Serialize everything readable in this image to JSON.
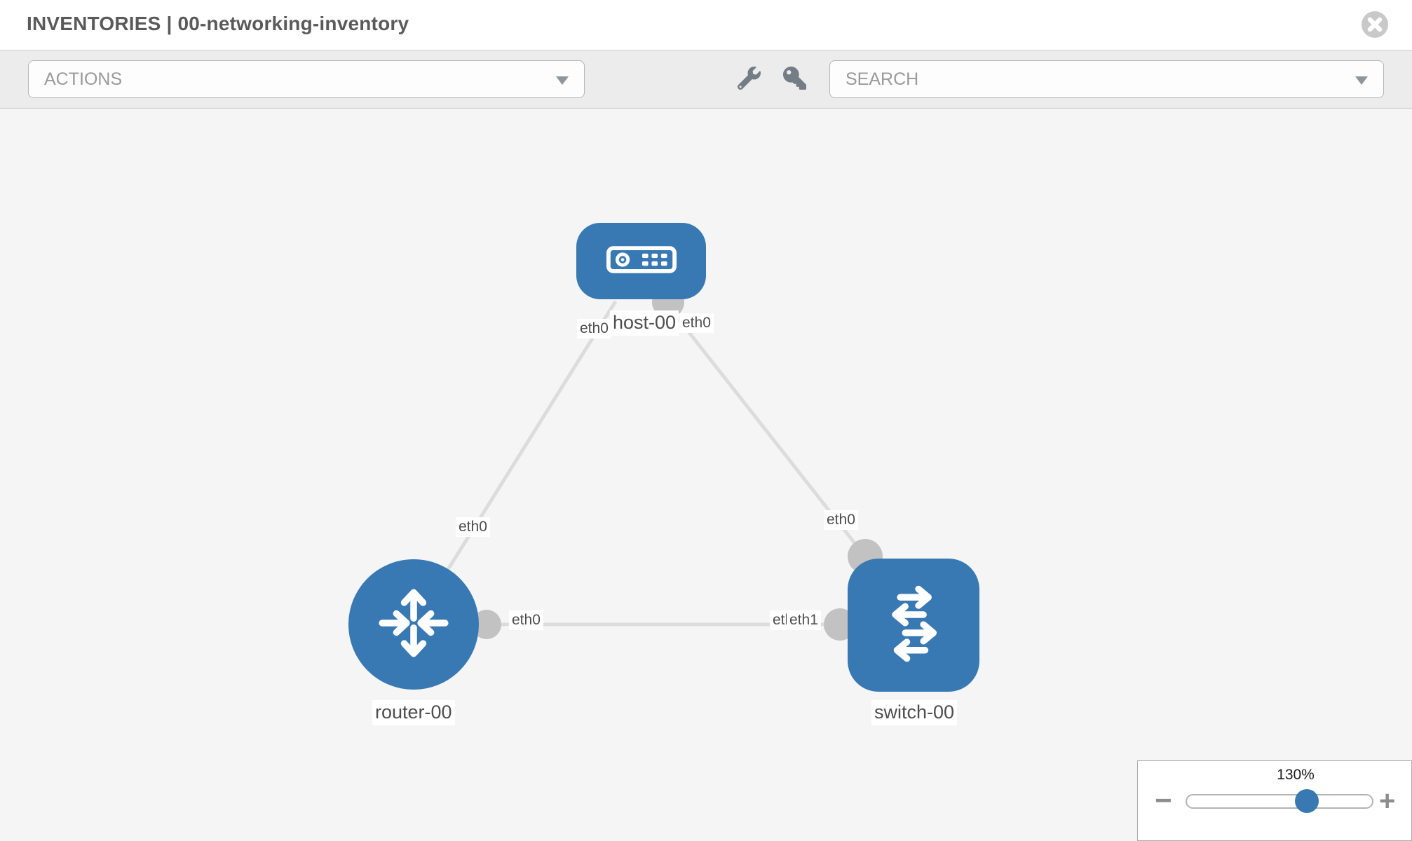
{
  "header": {
    "title": "INVENTORIES | 00-networking-inventory"
  },
  "toolbar": {
    "actions_label": "ACTIONS",
    "search_label": "SEARCH",
    "wrench_icon": "wrench",
    "key_icon": "key"
  },
  "topology": {
    "nodes": [
      {
        "id": "host-00",
        "label": "host-00",
        "type": "host"
      },
      {
        "id": "router-00",
        "label": "router-00",
        "type": "router"
      },
      {
        "id": "switch-00",
        "label": "switch-00",
        "type": "switch"
      }
    ],
    "links": [
      {
        "from": "host-00",
        "to": "router-00"
      },
      {
        "from": "host-00",
        "to": "switch-00"
      },
      {
        "from": "router-00",
        "to": "switch-00"
      }
    ],
    "interfaces": [
      {
        "label": "eth0",
        "node": "host-00",
        "link": "host-router"
      },
      {
        "label": "eth0",
        "node": "host-00",
        "link": "host-switch"
      },
      {
        "label": "eth0",
        "node": "router-00",
        "link": "host-router"
      },
      {
        "label": "eth0",
        "node": "switch-00",
        "link": "host-switch"
      },
      {
        "label": "eth0",
        "node": "router-00",
        "link": "router-switch"
      },
      {
        "label": "eth0",
        "node": "switch-00",
        "link": "router-switch"
      },
      {
        "label": "eth1",
        "node": "switch-00",
        "link": "router-switch"
      }
    ]
  },
  "zoom_control": {
    "value": "130%",
    "minus": "−",
    "plus": "+"
  },
  "colors": {
    "node_blue": "#3879b4",
    "link_gray": "#dcdcdc",
    "connector_gray": "#c2c2c2",
    "toolbar_gray": "#ececec",
    "canvas_gray": "#f5f5f5"
  }
}
